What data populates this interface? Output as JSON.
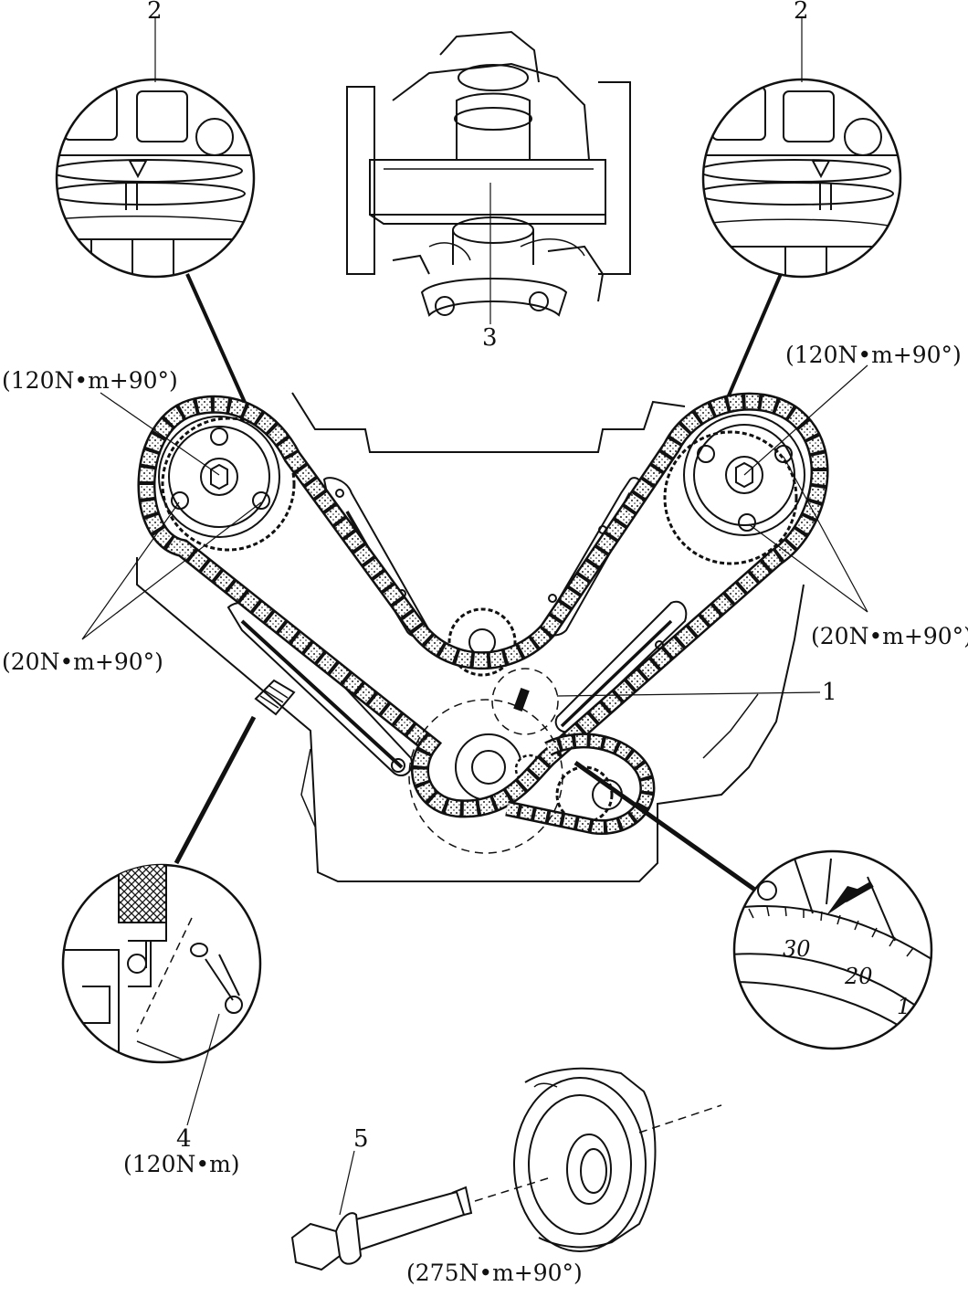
{
  "callouts": {
    "part_1": "1",
    "part_2_left": "2",
    "part_2_right": "2",
    "part_3": "3",
    "part_4": "4",
    "part_5": "5"
  },
  "torque": {
    "left_camshaft_center": "(120N•m+90°)",
    "right_camshaft_center": "(120N•m+90°)",
    "left_sprocket_bolts": "(20N•m+90°)",
    "right_sprocket_bolts": "(20N•m+90°)",
    "tensioner_plug": "(120N•m)",
    "crankshaft_bolt": "(275N•m+90°)"
  },
  "degree_scale": {
    "mark_30": "30",
    "mark_20": "20",
    "mark_1": "1"
  }
}
